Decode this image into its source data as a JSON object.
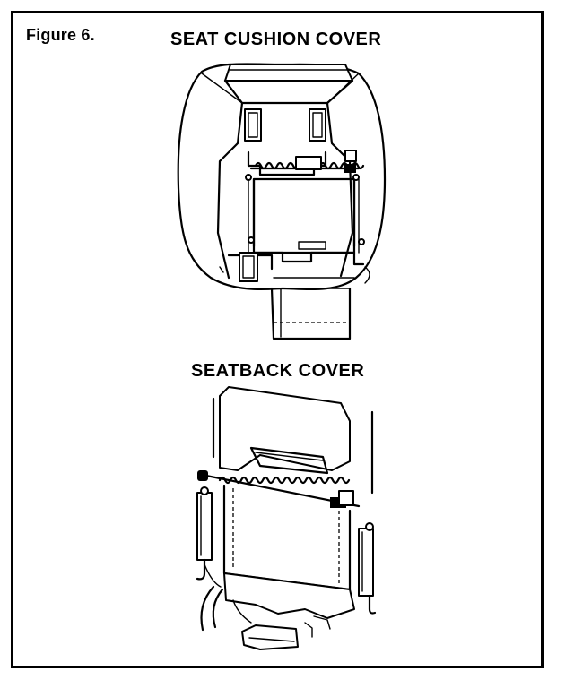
{
  "figure": {
    "label": "Figure 6."
  },
  "diagrams": {
    "seat_cushion": {
      "title": "SEAT CUSHION COVER",
      "icon": "seat-cushion-illustration"
    },
    "seatback": {
      "title": "SEATBACK COVER",
      "icon": "seatback-illustration"
    }
  },
  "colors": {
    "ink": "#000000",
    "paper": "#ffffff"
  }
}
